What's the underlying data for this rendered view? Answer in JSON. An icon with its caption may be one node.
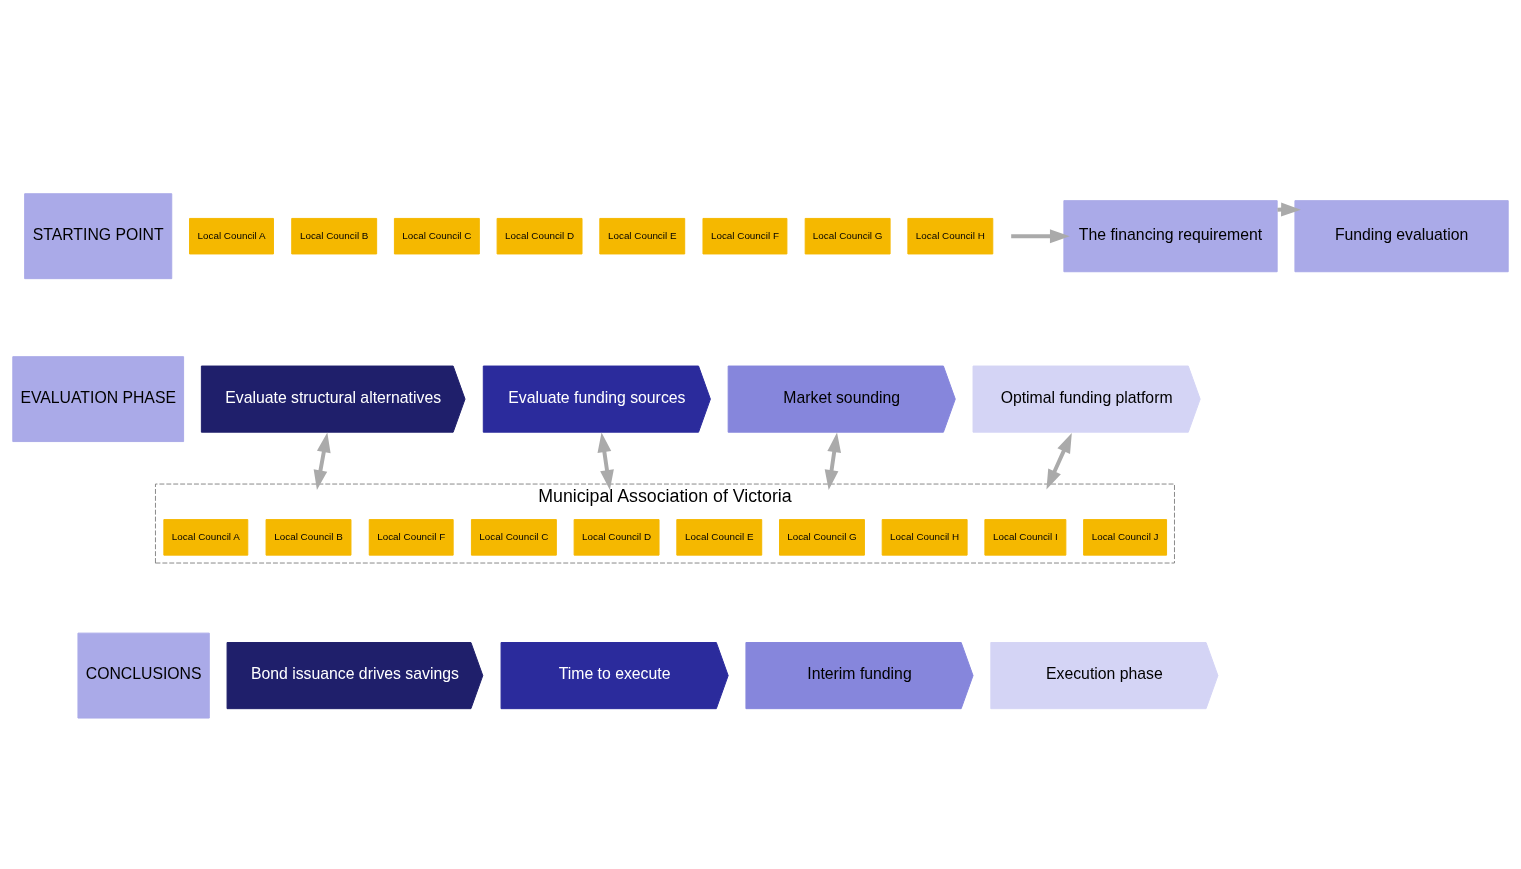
{
  "diagram": {
    "nodes": [
      {
        "text": [
          "STARTING POINT"
        ]
      },
      {
        "text": [
          "Local Council A"
        ]
      },
      {
        "text": [
          "Local Council B"
        ]
      },
      {
        "text": [
          "Local Council C"
        ]
      },
      {
        "text": [
          "Local Council D"
        ]
      },
      {
        "text": [
          "Local Council E"
        ]
      },
      {
        "text": [
          "Local Council F"
        ]
      },
      {
        "text": [
          "Local Council G"
        ]
      },
      {
        "text": [
          "Local Council H"
        ]
      },
      {
        "text": [
          "The financing requirement"
        ]
      },
      {
        "text": [
          "Funding evaluation"
        ]
      },
      {
        "text": [
          "EVALUATION PHASE"
        ]
      },
      {
        "text": [
          "Evaluate structural alternatives"
        ]
      },
      {
        "text": [
          "Evaluate funding sources"
        ]
      },
      {
        "text": [
          "Market sounding"
        ]
      },
      {
        "text": [
          "Optimal funding platform"
        ]
      },
      {
        "text": [
          "Municipal Association of Victoria"
        ]
      },
      {
        "text": [
          "Local Council A"
        ],
        "in": 16
      },
      {
        "text": [
          "Local Council B"
        ],
        "in": 16
      },
      {
        "text": [
          "Local Council C"
        ],
        "in": 16
      },
      {
        "text": [
          "Local Council D"
        ],
        "in": 16
      },
      {
        "text": [
          "Local Council E"
        ],
        "in": 16
      },
      {
        "text": [
          "Local Council F"
        ],
        "in": 16
      },
      {
        "text": [
          "Local Council G"
        ],
        "in": 16
      },
      {
        "text": [
          "Local Council H"
        ],
        "in": 16
      },
      {
        "text": [
          "Local Council I"
        ],
        "in": 16
      },
      {
        "text": [
          "Local Council J"
        ],
        "in": 16
      },
      {
        "text": [
          "CONCLUSIONS"
        ]
      },
      {
        "text": [
          "Bond issuance drives savings"
        ]
      },
      {
        "text": [
          "Time to execute"
        ]
      },
      {
        "text": [
          "Interim funding"
        ]
      },
      {
        "text": [
          "Execution phase"
        ]
      }
    ],
    "edges": [
      {
        "from": null,
        "to": 9,
        "arrow": "to"
      },
      {
        "from": 9,
        "to": 10,
        "arrow": "to"
      },
      {
        "from": 12,
        "to": 16,
        "arrow": "both"
      },
      {
        "from": 13,
        "to": 16,
        "arrow": "both"
      },
      {
        "from": 14,
        "to": 16,
        "arrow": "both"
      },
      {
        "from": 15,
        "to": 16,
        "arrow": "both"
      }
    ]
  }
}
